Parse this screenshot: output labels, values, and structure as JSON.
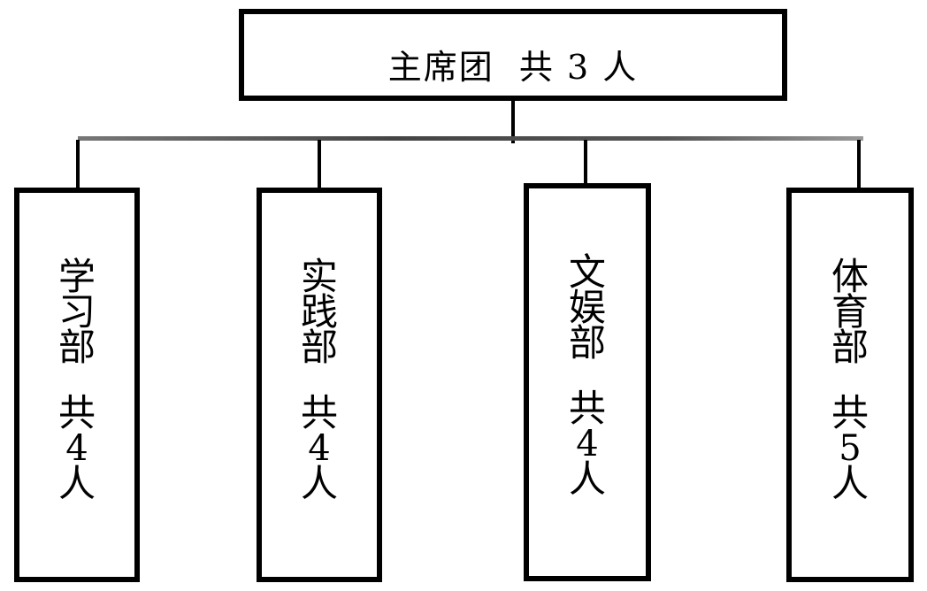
{
  "top": {
    "name": "主席团",
    "count_prefix": "共",
    "count": "3",
    "count_suffix": "人"
  },
  "departments": [
    {
      "chars": [
        "学",
        "习",
        "部"
      ],
      "count_prefix": "共",
      "count": "4",
      "count_suffix": "人"
    },
    {
      "chars": [
        "实",
        "践",
        "部"
      ],
      "count_prefix": "共",
      "count": "4",
      "count_suffix": "人"
    },
    {
      "chars": [
        "文",
        "娱",
        "部"
      ],
      "count_prefix": "共",
      "count": "4",
      "count_suffix": "人"
    },
    {
      "chars": [
        "体",
        "育",
        "部"
      ],
      "count_prefix": "共",
      "count": "5",
      "count_suffix": "人"
    }
  ]
}
